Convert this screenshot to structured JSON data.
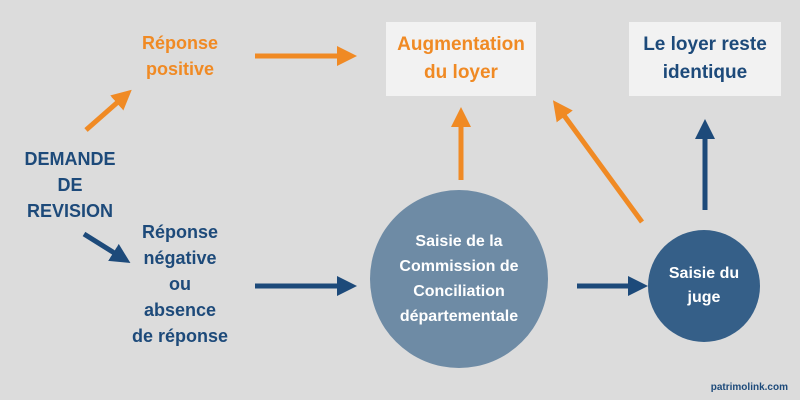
{
  "colors": {
    "background": "#dcdcdc",
    "orange": "#f08a24",
    "navy": "#1d4a7a",
    "box_fill": "#f2f2f2",
    "commission_circle": "#6e8ba5",
    "juge_circle": "#355f88"
  },
  "nodes": {
    "demande": "DEMANDE\nDE\nREVISION",
    "reponse_positive": "Réponse\npositive",
    "reponse_negative": "Réponse\nnégative\nou\nabsence\nde réponse",
    "augmentation": "Augmentation\ndu loyer",
    "loyer_identique": "Le loyer reste\nidentique",
    "commission": "Saisie de la\nCommission de\nConciliation\ndépartementale",
    "juge": "Saisie du\njuge"
  },
  "edges": [
    {
      "from": "demande",
      "to": "reponse_positive",
      "color": "orange"
    },
    {
      "from": "demande",
      "to": "reponse_negative",
      "color": "navy"
    },
    {
      "from": "reponse_positive",
      "to": "augmentation",
      "color": "orange"
    },
    {
      "from": "reponse_negative",
      "to": "commission",
      "color": "navy"
    },
    {
      "from": "commission",
      "to": "augmentation",
      "color": "orange"
    },
    {
      "from": "commission",
      "to": "juge",
      "color": "navy"
    },
    {
      "from": "juge",
      "to": "augmentation",
      "color": "orange"
    },
    {
      "from": "juge",
      "to": "loyer_identique",
      "color": "navy"
    }
  ],
  "footer": {
    "credit": "patrimolink.com"
  }
}
